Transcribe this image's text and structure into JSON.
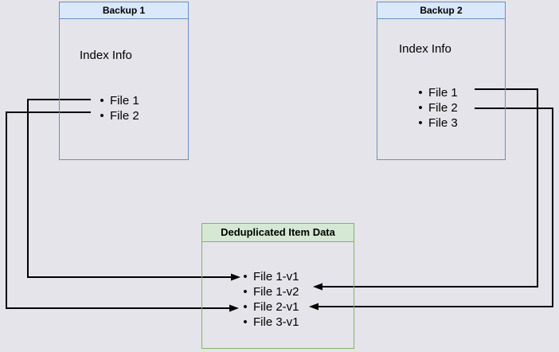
{
  "diagram": {
    "backup1": {
      "title": "Backup 1",
      "subtitle": "Index Info",
      "items": [
        "File 1",
        "File 2"
      ]
    },
    "backup2": {
      "title": "Backup 2",
      "subtitle": "Index Info",
      "items": [
        "File 1",
        "File 2",
        "File 3"
      ]
    },
    "dedup": {
      "title": "Deduplicated Item Data",
      "items": [
        "File 1-v1",
        "File 1-v2",
        "File 2-v1",
        "File 3-v1"
      ]
    },
    "connections": [
      {
        "from": "Backup 1 / File 1",
        "to": "Deduplicated Item Data / File 1-v1"
      },
      {
        "from": "Backup 1 / File 2",
        "to": "Deduplicated Item Data / File 2-v1"
      },
      {
        "from": "Backup 2 / File 1",
        "to": "Deduplicated Item Data / File 1-v2"
      },
      {
        "from": "Backup 2 / File 2",
        "to": "Deduplicated Item Data / File 2-v1"
      }
    ],
    "colors": {
      "background": "#e5e4ea",
      "blue_fill": "#dae8fc",
      "blue_border": "#6c8ebf",
      "green_fill": "#d5e8d4",
      "green_border": "#82b366",
      "arrow": "#000000"
    }
  }
}
